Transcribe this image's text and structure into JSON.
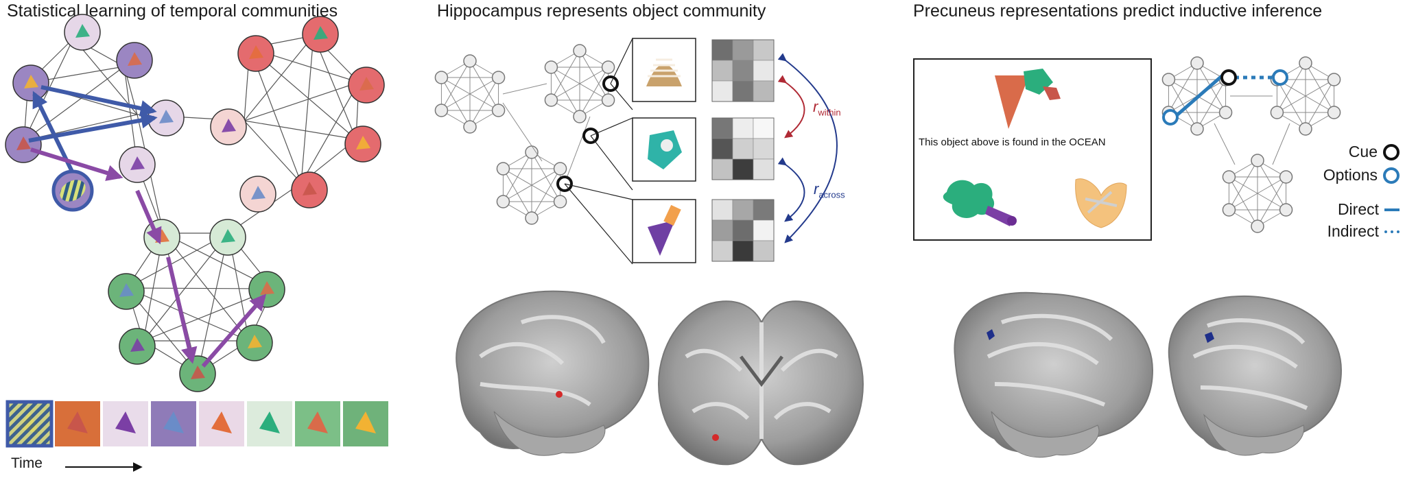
{
  "panels": {
    "left_title": "Statistical learning of temporal communities",
    "middle_title": "Hippocampus represents object community",
    "right_title": "Precuneus representations predict inductive inference"
  },
  "time_label": "Time",
  "ocean_caption": "This object above is found in the OCEAN",
  "r_within": {
    "base": "r",
    "sub": "within"
  },
  "r_across": {
    "base": "r",
    "sub": "across"
  },
  "legend": {
    "cue": "Cue",
    "options": "Options",
    "direct": "Direct",
    "indirect": "Indirect"
  },
  "colors": {
    "purple_community": "#9b86c2",
    "purple_light": "#e6d7e8",
    "red_community": "#e46b6e",
    "red_light": "#f4d5d3",
    "green_community": "#6cb47a",
    "green_light": "#d6ead6",
    "walk_arrow": "#8a4aa5",
    "blue_arrow": "#3f5aa8",
    "cue_ring": "#111111",
    "options_ring": "#2b7bb9",
    "r_within": "#b02a35",
    "r_across": "#233a8c"
  }
}
